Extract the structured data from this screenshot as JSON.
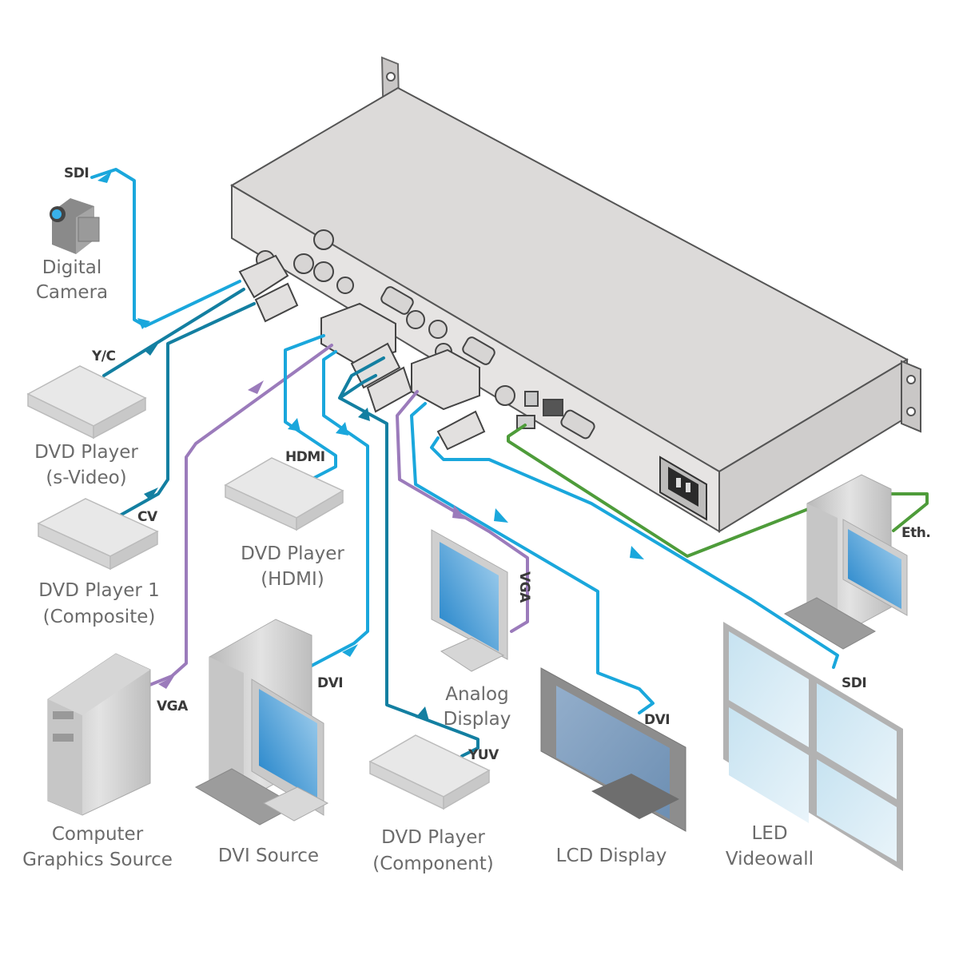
{
  "diagram": {
    "title": "",
    "colors": {
      "sdi_cable": "#1aa7dc",
      "analog_cable": "#137fa1",
      "vga_cable": "#9b7bbb",
      "ethernet_cable": "#4e9c3a",
      "chassis": "#d9d7d6",
      "screen": "#2e8fd0"
    },
    "central_device": {
      "name": "Rack-mount scaler/switcher (rear panel)",
      "icon": "rack-unit-icon"
    },
    "devices": {
      "camera": {
        "line1": "Digital",
        "line2": "Camera",
        "icon": "video-camera-icon"
      },
      "dvd_svideo": {
        "line1": "DVD Player",
        "line2": "(s-Video)",
        "icon": "dvd-player-icon"
      },
      "dvd_composite": {
        "line1": "DVD Player 1",
        "line2": "(Composite)",
        "icon": "dvd-player-icon"
      },
      "dvd_hdmi": {
        "line1": "DVD Player",
        "line2": "(HDMI)",
        "icon": "dvd-player-icon"
      },
      "cg_source": {
        "line1": "Computer",
        "line2": "Graphics Source",
        "icon": "tower-pc-icon"
      },
      "dvi_source": {
        "line1": "DVI Source",
        "icon": "desktop-pc-icon"
      },
      "dvd_component": {
        "line1": "DVD Player",
        "line2": "(Component)",
        "icon": "dvd-player-icon"
      },
      "analog_display": {
        "line1": "Analog",
        "line2": "Display",
        "icon": "monitor-icon"
      },
      "lcd_display": {
        "line1": "LCD Display",
        "icon": "lcd-tv-icon"
      },
      "led_videowall": {
        "line1": "LED",
        "line2": "Videowall",
        "icon": "videowall-icon"
      },
      "control_pc": {
        "icon": "desktop-pc-icon"
      }
    },
    "cables": {
      "camera_sdi": "SDI",
      "svideo_yc": "Y/C",
      "composite_cv": "CV",
      "hdmi": "HDMI",
      "cg_vga": "VGA",
      "dvi_in": "DVI",
      "component_yuv": "YUV",
      "analog_vga": "VGA",
      "lcd_dvi": "DVI",
      "wall_sdi": "SDI",
      "pc_eth": "Eth."
    }
  }
}
